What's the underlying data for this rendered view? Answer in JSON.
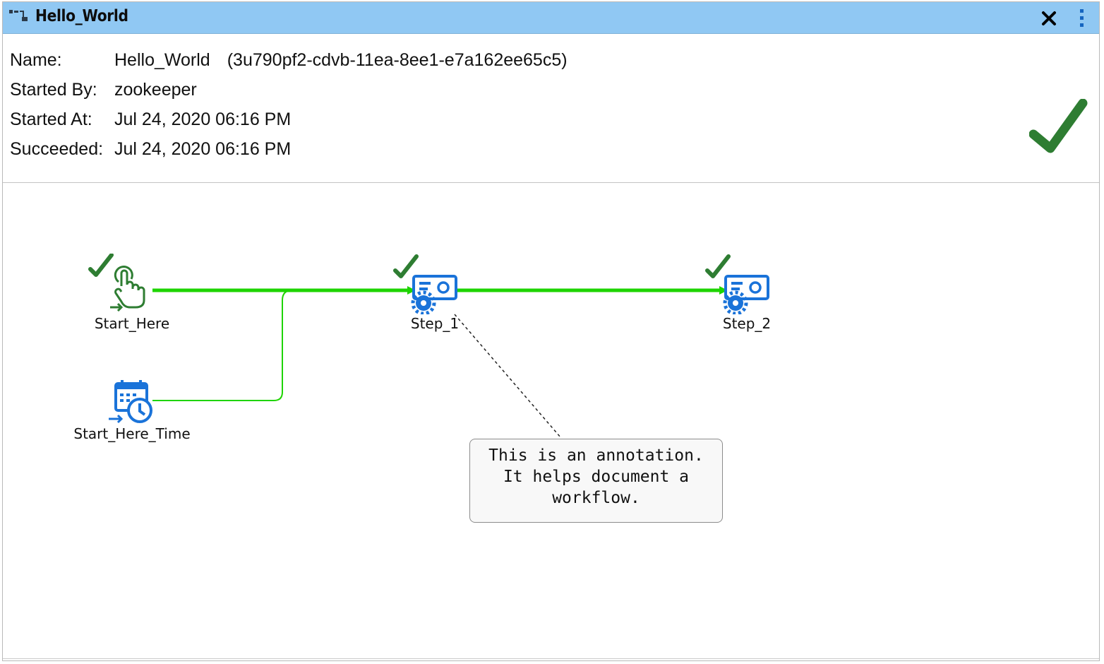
{
  "window": {
    "title": "Hello_World",
    "icon": "workflow-icon",
    "close_icon": "close-icon",
    "menu_icon": "kebab-menu-icon"
  },
  "info": {
    "name_label": "Name:",
    "name_value": "Hello_World",
    "id_value": "(3u790pf2-cdvb-11ea-8ee1-e7a162ee65c5)",
    "started_by_label": "Started By:",
    "started_by_value": "zookeeper",
    "started_at_label": "Started At:",
    "started_at_value": "Jul 24, 2020 06:16 PM",
    "succeeded_label": "Succeeded:",
    "succeeded_value": "Jul 24, 2020 06:16 PM",
    "status_icon": "success-check-icon"
  },
  "colors": {
    "titlebar": "#90c8f3",
    "success_green": "#2e7d32",
    "flow_green": "#1ed400",
    "node_blue": "#1a73d9"
  },
  "workflow": {
    "nodes": [
      {
        "label": "Start_Here",
        "icon": "manual-start-icon",
        "status": "success"
      },
      {
        "label": "Start_Here_Time",
        "icon": "scheduled-start-icon",
        "status": "none"
      },
      {
        "label": "Step_1",
        "icon": "task-step-icon",
        "status": "success"
      },
      {
        "label": "Step_2",
        "icon": "task-step-icon",
        "status": "success"
      }
    ],
    "annotation": {
      "lines": [
        "This is an annotation.",
        "It helps document a",
        "workflow."
      ]
    }
  }
}
